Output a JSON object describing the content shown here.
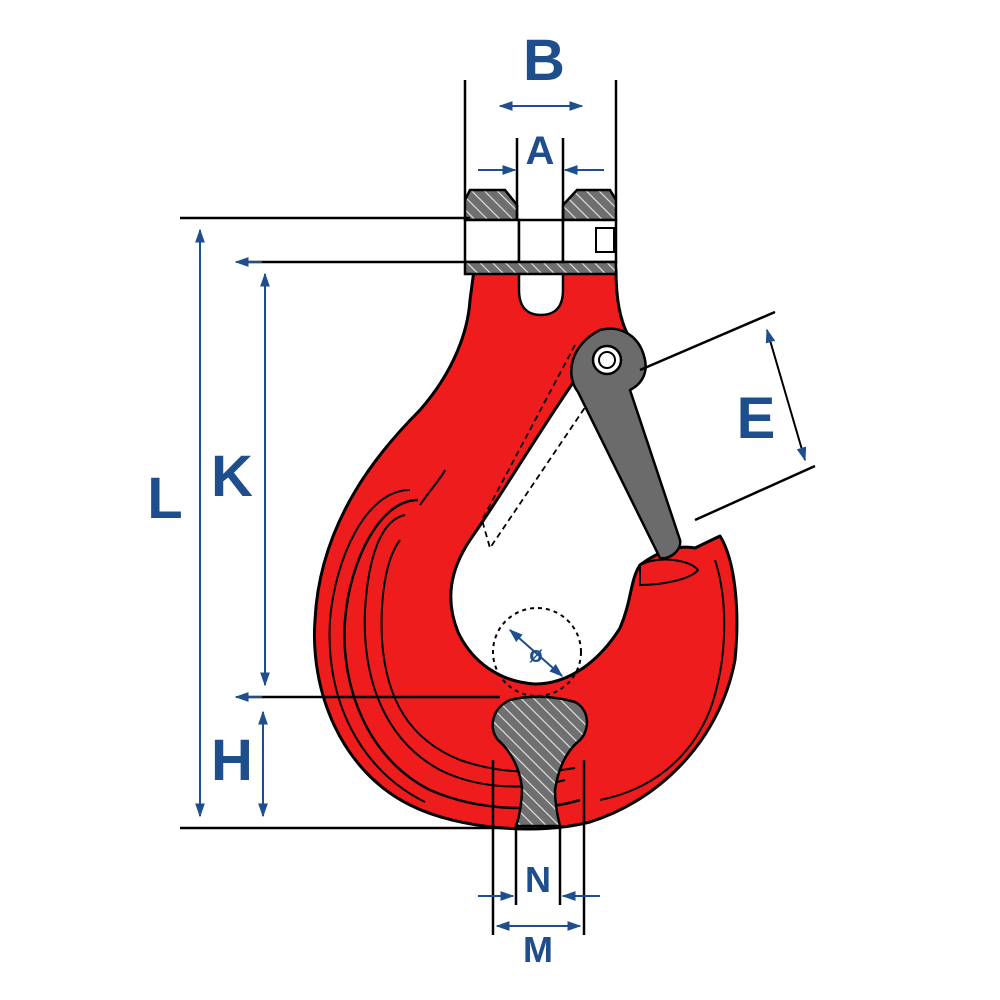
{
  "diagram": {
    "labels": {
      "B": "B",
      "A": "A",
      "L": "L",
      "K": "K",
      "H": "H",
      "E": "E",
      "N": "N",
      "M": "M",
      "diameter": "ø"
    },
    "colors": {
      "hook_body": "#ee1c1c",
      "latch": "#6b6b6b",
      "hatch_section": "#6f6f6f",
      "outline": "#000000",
      "dimension_text": "#1f4e8c",
      "arrow": "#1f4e8c"
    }
  }
}
